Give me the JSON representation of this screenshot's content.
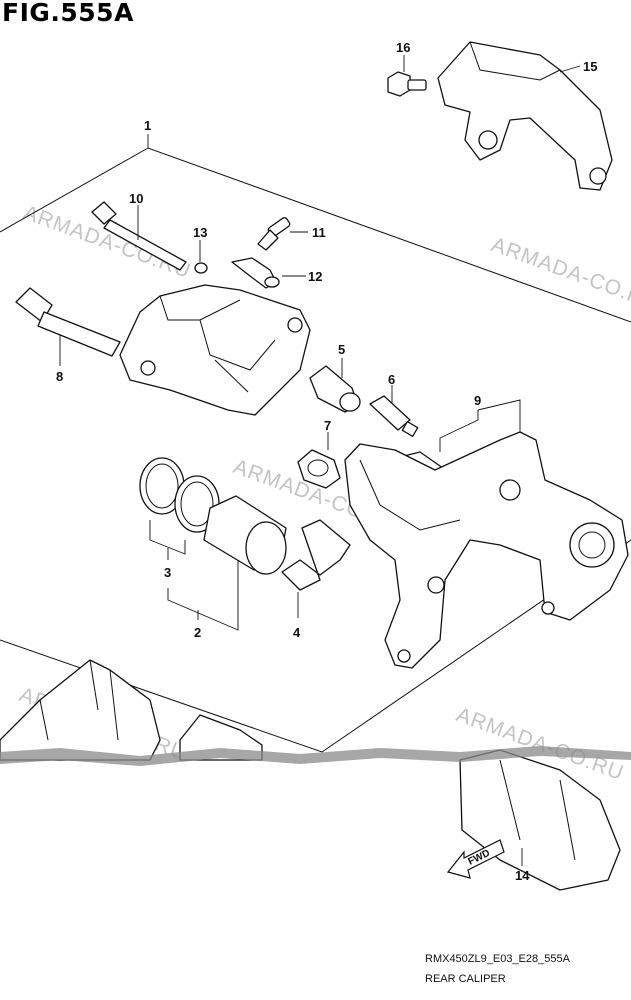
{
  "figure_title": "FIG.555A",
  "callouts": {
    "c1": "1",
    "c2": "2",
    "c3": "3",
    "c4": "4",
    "c5": "5",
    "c6": "6",
    "c7": "7",
    "c8": "8",
    "c9": "9",
    "c10": "10",
    "c11": "11",
    "c12": "12",
    "c13": "13",
    "c14": "14",
    "c15": "15",
    "c16": "16"
  },
  "watermark": "ARMADA-CO.RU",
  "fwd_label": "FWD",
  "diagram_code": "RMX450ZL9_E03_E28_555A",
  "caption": "REAR CALIPER"
}
